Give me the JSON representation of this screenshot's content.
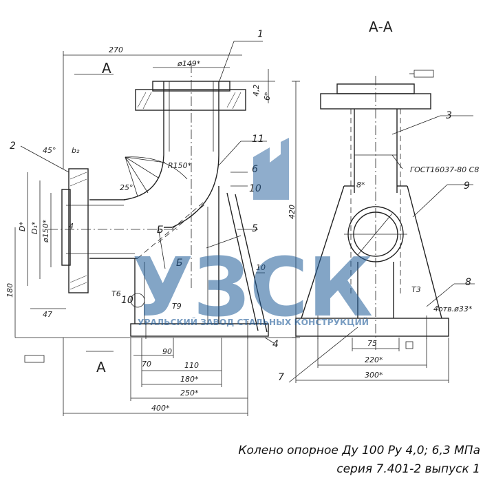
{
  "section_title": "А-А",
  "section_marks": [
    "А",
    "Б"
  ],
  "dimensions": {
    "top_len": "270",
    "d_flange": "ø149*",
    "d_pipe": "ø150*",
    "angle": "45°",
    "b2": "b₂",
    "D": "D*",
    "D1": "D₁*",
    "size_47": "47",
    "h_180": "180",
    "h_420": "420",
    "d_70": "70",
    "d_90": "90",
    "d_110": "110",
    "d_180": "180*",
    "d_250": "250*",
    "d_400": "400*",
    "d_75": "75",
    "d_220": "220*",
    "d_300": "300*",
    "holes": "4отв.ø33*",
    "r_150": "R150*",
    "a_25": "25°",
    "s_8": "8*",
    "s_10": "10",
    "s_4": "4",
    "s_6": "6*",
    "s_42": "4,2",
    "t_16": "Т6",
    "t_19": "Т9",
    "t_3": "Т3",
    "gost": "ГОСТ16037-80 С8"
  },
  "part_labels": [
    "1",
    "2",
    "3",
    "4",
    "5",
    "6",
    "7",
    "8",
    "9",
    "10",
    "11"
  ],
  "watermark": {
    "logo": "УЗСК",
    "text": "УРАЛЬСКИЙ ЗАВОД СТАЛЬНЫХ КОНСТРУКЦИЙ"
  },
  "caption": {
    "line1": "Колено опорное Ду 100 Ру 4,0; 6,3 МПа",
    "line2": "серия 7.401-2 выпуск 1"
  }
}
